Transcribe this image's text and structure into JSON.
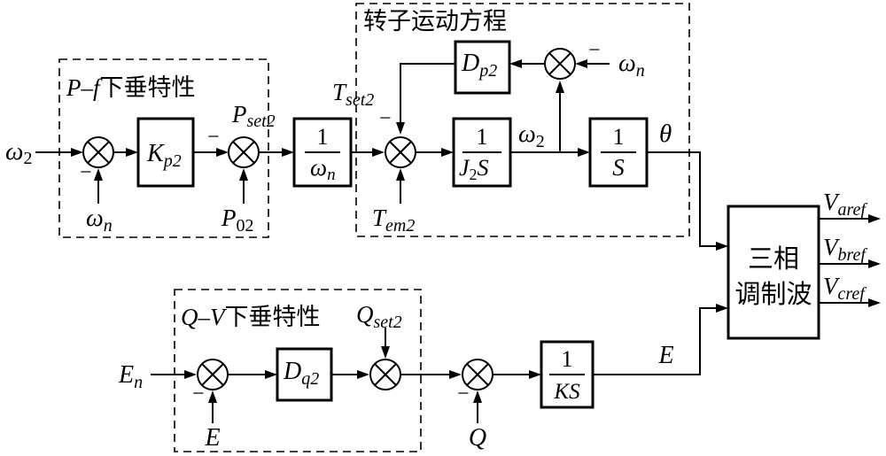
{
  "groups": {
    "pf_title": {
      "sym": "P–f",
      "cn": "下垂特性"
    },
    "rotor_title": "转子运动方程",
    "qv_title": {
      "sym": "Q–V",
      "cn": "下垂特性"
    }
  },
  "blocks": {
    "kp2": {
      "main": "K",
      "sub": "p2"
    },
    "inv_wn": {
      "num": "1",
      "den_main": "ω",
      "den_sub": "n"
    },
    "inv_j2s": {
      "num": "1",
      "den_main": "J",
      "den_sub": "2",
      "den_tail": "S"
    },
    "inv_s": {
      "num": "1",
      "den": "S"
    },
    "dp2": {
      "main": "D",
      "sub": "p2"
    },
    "dq2": {
      "main": "D",
      "sub": "q2"
    },
    "inv_ks": {
      "num": "1",
      "den": "KS"
    },
    "modulator": {
      "line1": "三相",
      "line2": "调制波"
    }
  },
  "signals": {
    "omega2_in": {
      "main": "ω",
      "sub": "2"
    },
    "omega_n1": {
      "main": "ω",
      "sub": "n"
    },
    "p_set2": {
      "main": "P",
      "sub": "set2"
    },
    "p02": {
      "main": "P",
      "sub": "02"
    },
    "t_set2": {
      "main": "T",
      "sub": "set2"
    },
    "t_em2": {
      "main": "T",
      "sub": "em2"
    },
    "omega2_mid": {
      "main": "ω",
      "sub": "2"
    },
    "theta": "θ",
    "omega_n2": {
      "main": "ω",
      "sub": "n"
    },
    "e_n": {
      "main": "E",
      "sub": "n"
    },
    "e_fb": "E",
    "q_set2": {
      "main": "Q",
      "sub": "set2"
    },
    "q": "Q",
    "e_out": "E",
    "v_aref": {
      "main": "V",
      "sub": "aref"
    },
    "v_bref": {
      "main": "V",
      "sub": "bref"
    },
    "v_cref": {
      "main": "V",
      "sub": "cref"
    }
  },
  "signs": {
    "minus": "−",
    "bar": "−"
  }
}
